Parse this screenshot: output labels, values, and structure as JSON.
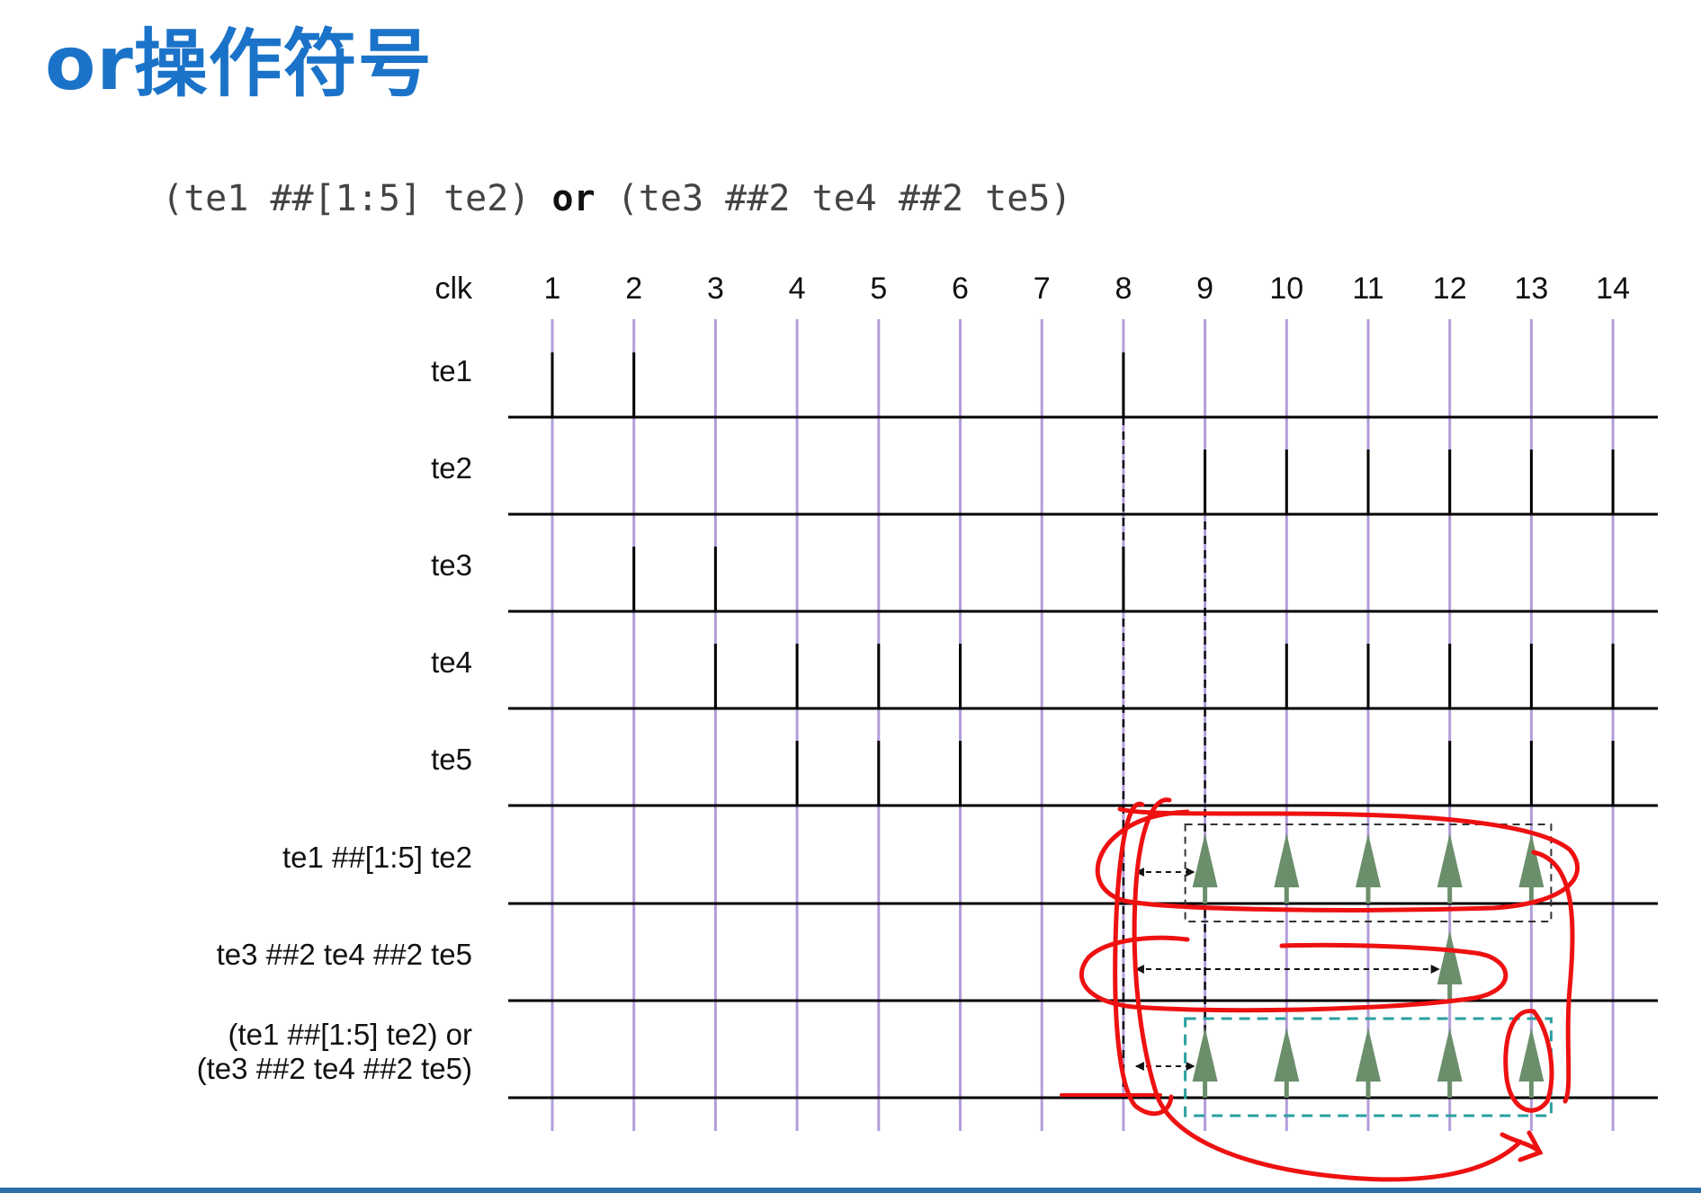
{
  "title": "or操作符号",
  "expression": {
    "left": "(te1 ##[1:5] te2)",
    "operator": "or",
    "right": "(te3 ##2 te4 ##2 te5)"
  },
  "clk_label": "clk",
  "clocks": [
    "1",
    "2",
    "3",
    "4",
    "5",
    "6",
    "7",
    "8",
    "9",
    "10",
    "11",
    "12",
    "13",
    "14"
  ],
  "signals": [
    {
      "name": "te1",
      "label_lines": [
        "te1"
      ],
      "kind": "pulse",
      "high": [
        1,
        2,
        8
      ]
    },
    {
      "name": "te2",
      "label_lines": [
        "te2"
      ],
      "kind": "pulse",
      "high": [
        9,
        10,
        11,
        12,
        13,
        14
      ]
    },
    {
      "name": "te3",
      "label_lines": [
        "te3"
      ],
      "kind": "pulse",
      "high": [
        2,
        3,
        8
      ]
    },
    {
      "name": "te4",
      "label_lines": [
        "te4"
      ],
      "kind": "pulse",
      "high": [
        3,
        4,
        5,
        6,
        10,
        11,
        12,
        13,
        14
      ]
    },
    {
      "name": "te5",
      "label_lines": [
        "te5"
      ],
      "kind": "pulse",
      "high": [
        4,
        5,
        6,
        12,
        13,
        14
      ]
    },
    {
      "name": "seq1",
      "label_lines": [
        "te1 ##[1:5] te2"
      ],
      "kind": "match",
      "start": 8,
      "match": [
        9,
        10,
        11,
        12,
        13
      ],
      "box": [
        9,
        13
      ]
    },
    {
      "name": "seq2",
      "label_lines": [
        "te3 ##2 te4 ##2 te5"
      ],
      "kind": "match",
      "start": 8,
      "match": [
        12
      ]
    },
    {
      "name": "or_result",
      "label_lines": [
        "(te1 ##[1:5] te2) or",
        "(te3 ##2 te4 ##2 te5)"
      ],
      "kind": "match",
      "start": 8,
      "match": [
        9,
        10,
        11,
        12,
        13
      ],
      "box": [
        9,
        13
      ]
    }
  ],
  "markers": {
    "dashed_at": [
      8,
      9
    ]
  },
  "colors": {
    "title": "#1a73c8",
    "gridline": "#b39ddb",
    "waveform": "#000000",
    "arrow": "#6b8f6b",
    "dashed_box": "#333333",
    "result_box": "#2aa0a0",
    "annotation": "#ee1111"
  }
}
